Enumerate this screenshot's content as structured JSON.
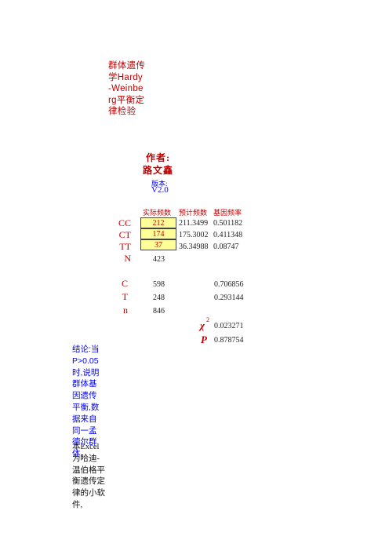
{
  "title": "群体遗传学Hardy-Weinberg平衡定律检验",
  "author_label": "作者:",
  "author_name": "路文鑫",
  "version_label": "版本:",
  "version_value": "V2.0",
  "headers": {
    "actual": "实际频数",
    "expected": "预计频数",
    "gene_freq": "基因频率"
  },
  "genotypes": [
    {
      "label": "CC",
      "actual": "212",
      "expected": "211.3499",
      "freq": "0.501182"
    },
    {
      "label": "CT",
      "actual": "174",
      "expected": "175.3002",
      "freq": "0.411348"
    },
    {
      "label": "TT",
      "actual": "37",
      "expected": "36.34988",
      "freq": "0.08747"
    }
  ],
  "n_row": {
    "label": "N",
    "value": "423"
  },
  "alleles": [
    {
      "label": "C",
      "count": "598",
      "freq": "0.706856"
    },
    {
      "label": "T",
      "count": "248",
      "freq": "0.293144"
    }
  ],
  "n2_row": {
    "label": "n",
    "value": "846"
  },
  "chi": {
    "symbol": "χ",
    "sup": "2",
    "value": "0.023271"
  },
  "p": {
    "symbol": "P",
    "value": "0.878754"
  },
  "conclusion": " 结论:当P>0.05时,说明群体基因遗传平衡,数据来自同一孟德尔群体。",
  "description": "本Excel为哈迪-温伯格平衡遗传定律的小软件,"
}
